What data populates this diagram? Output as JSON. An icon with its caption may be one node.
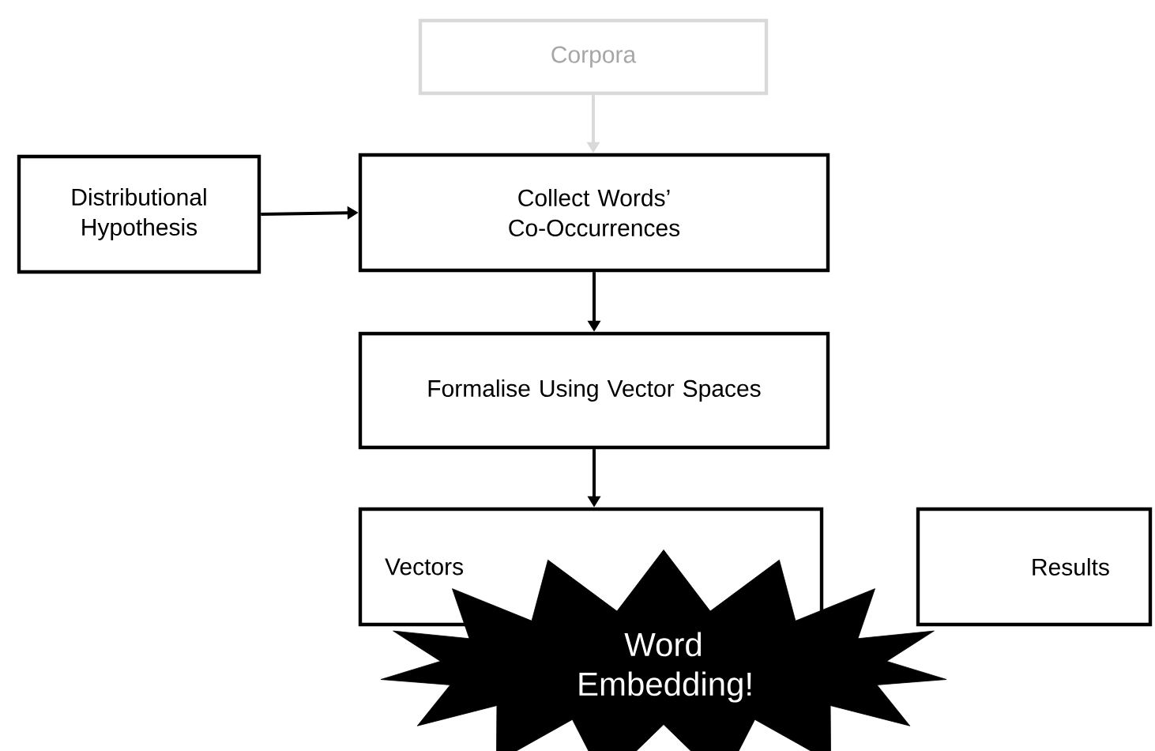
{
  "diagram": {
    "nodes": [
      {
        "text": [
          "Corpora"
        ]
      },
      {
        "text": [
          "Distributional Hypothesis"
        ]
      },
      {
        "text": [
          "Collect Words’ Co-Occurrences"
        ]
      },
      {
        "text": [
          "Formalise Using Vector Spaces"
        ]
      },
      {
        "text": [
          "Vectors"
        ]
      },
      {
        "text": [
          "Results"
        ]
      },
      {
        "text": [
          "Word Embedding!"
        ]
      }
    ],
    "edges": [
      {
        "from": 0,
        "to": 2,
        "arrow": "to",
        "color": "#d9d9d9"
      },
      {
        "from": 1,
        "to": 2,
        "arrow": "to"
      },
      {
        "from": 2,
        "to": 3,
        "arrow": "to"
      },
      {
        "from": 3,
        "to": 4,
        "arrow": "to"
      }
    ]
  }
}
